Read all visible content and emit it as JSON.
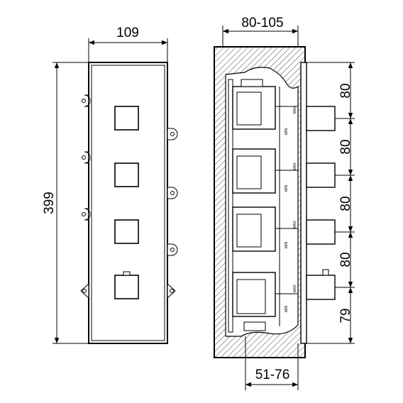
{
  "front_view": {
    "width_label": "109",
    "height_label": "399",
    "control_count": 4
  },
  "side_view": {
    "depth_label": "80-105",
    "wall_label": "51-76",
    "spacing_labels": [
      "80",
      "80",
      "80",
      "80",
      "79"
    ],
    "scale_min_label": "MIN",
    "scale_max_label": "MAX"
  }
}
